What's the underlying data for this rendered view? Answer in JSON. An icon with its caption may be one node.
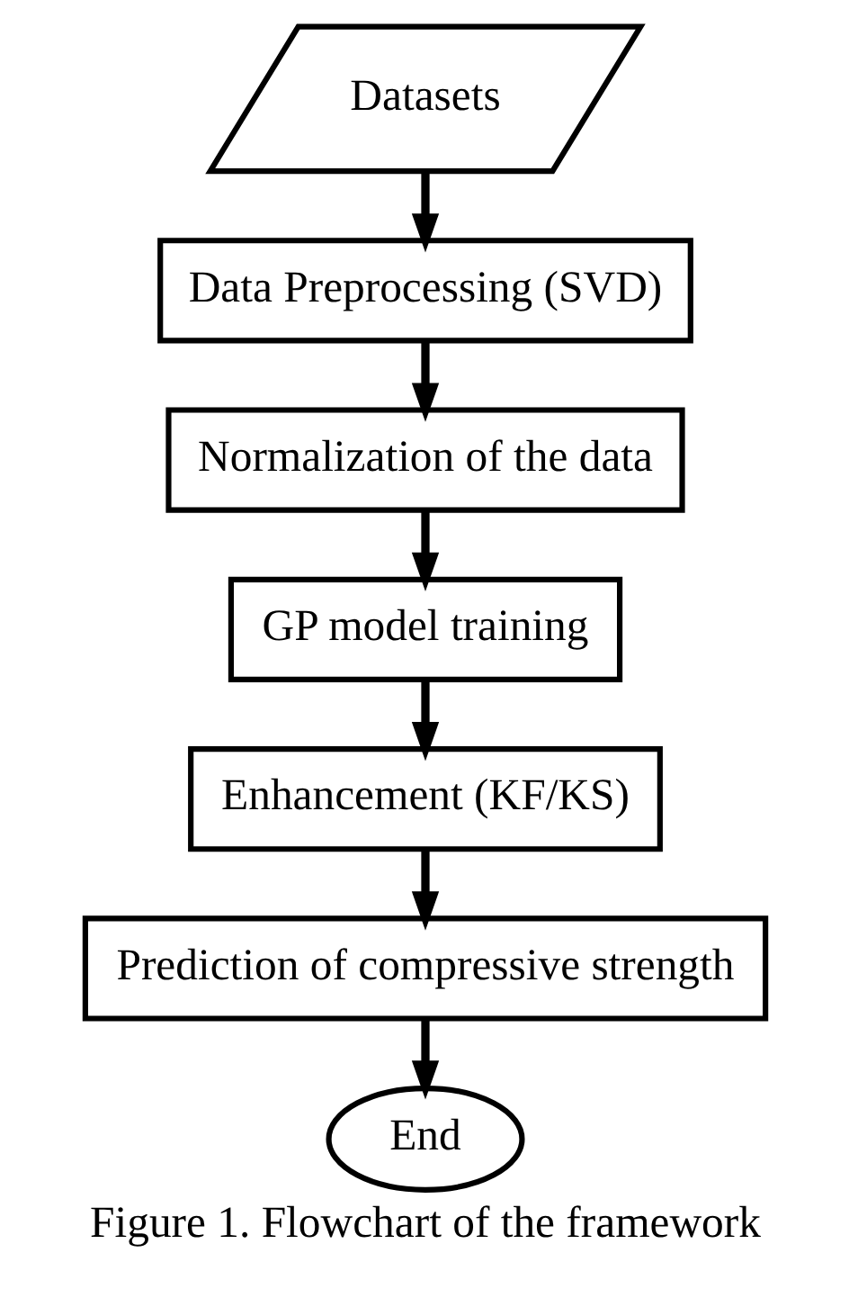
{
  "diagram": {
    "caption": "Figure 1. Flowchart of the framework",
    "nodes": [
      {
        "text": [
          "Datasets"
        ]
      },
      {
        "text": [
          "Data Preprocessing (SVD)"
        ]
      },
      {
        "text": [
          "Normalization of the data"
        ]
      },
      {
        "text": [
          "GP model training"
        ]
      },
      {
        "text": [
          "Enhancement (KF/KS)"
        ]
      },
      {
        "text": [
          "Prediction of compressive strength"
        ]
      },
      {
        "text": [
          "End"
        ]
      }
    ],
    "edges": [
      {
        "from": 0,
        "to": 1,
        "arrow": "to"
      },
      {
        "from": 1,
        "to": 2,
        "arrow": "to"
      },
      {
        "from": 2,
        "to": 3,
        "arrow": "to"
      },
      {
        "from": 3,
        "to": 4,
        "arrow": "to"
      },
      {
        "from": 4,
        "to": 5,
        "arrow": "to"
      },
      {
        "from": 5,
        "to": 6,
        "arrow": "to"
      }
    ]
  }
}
